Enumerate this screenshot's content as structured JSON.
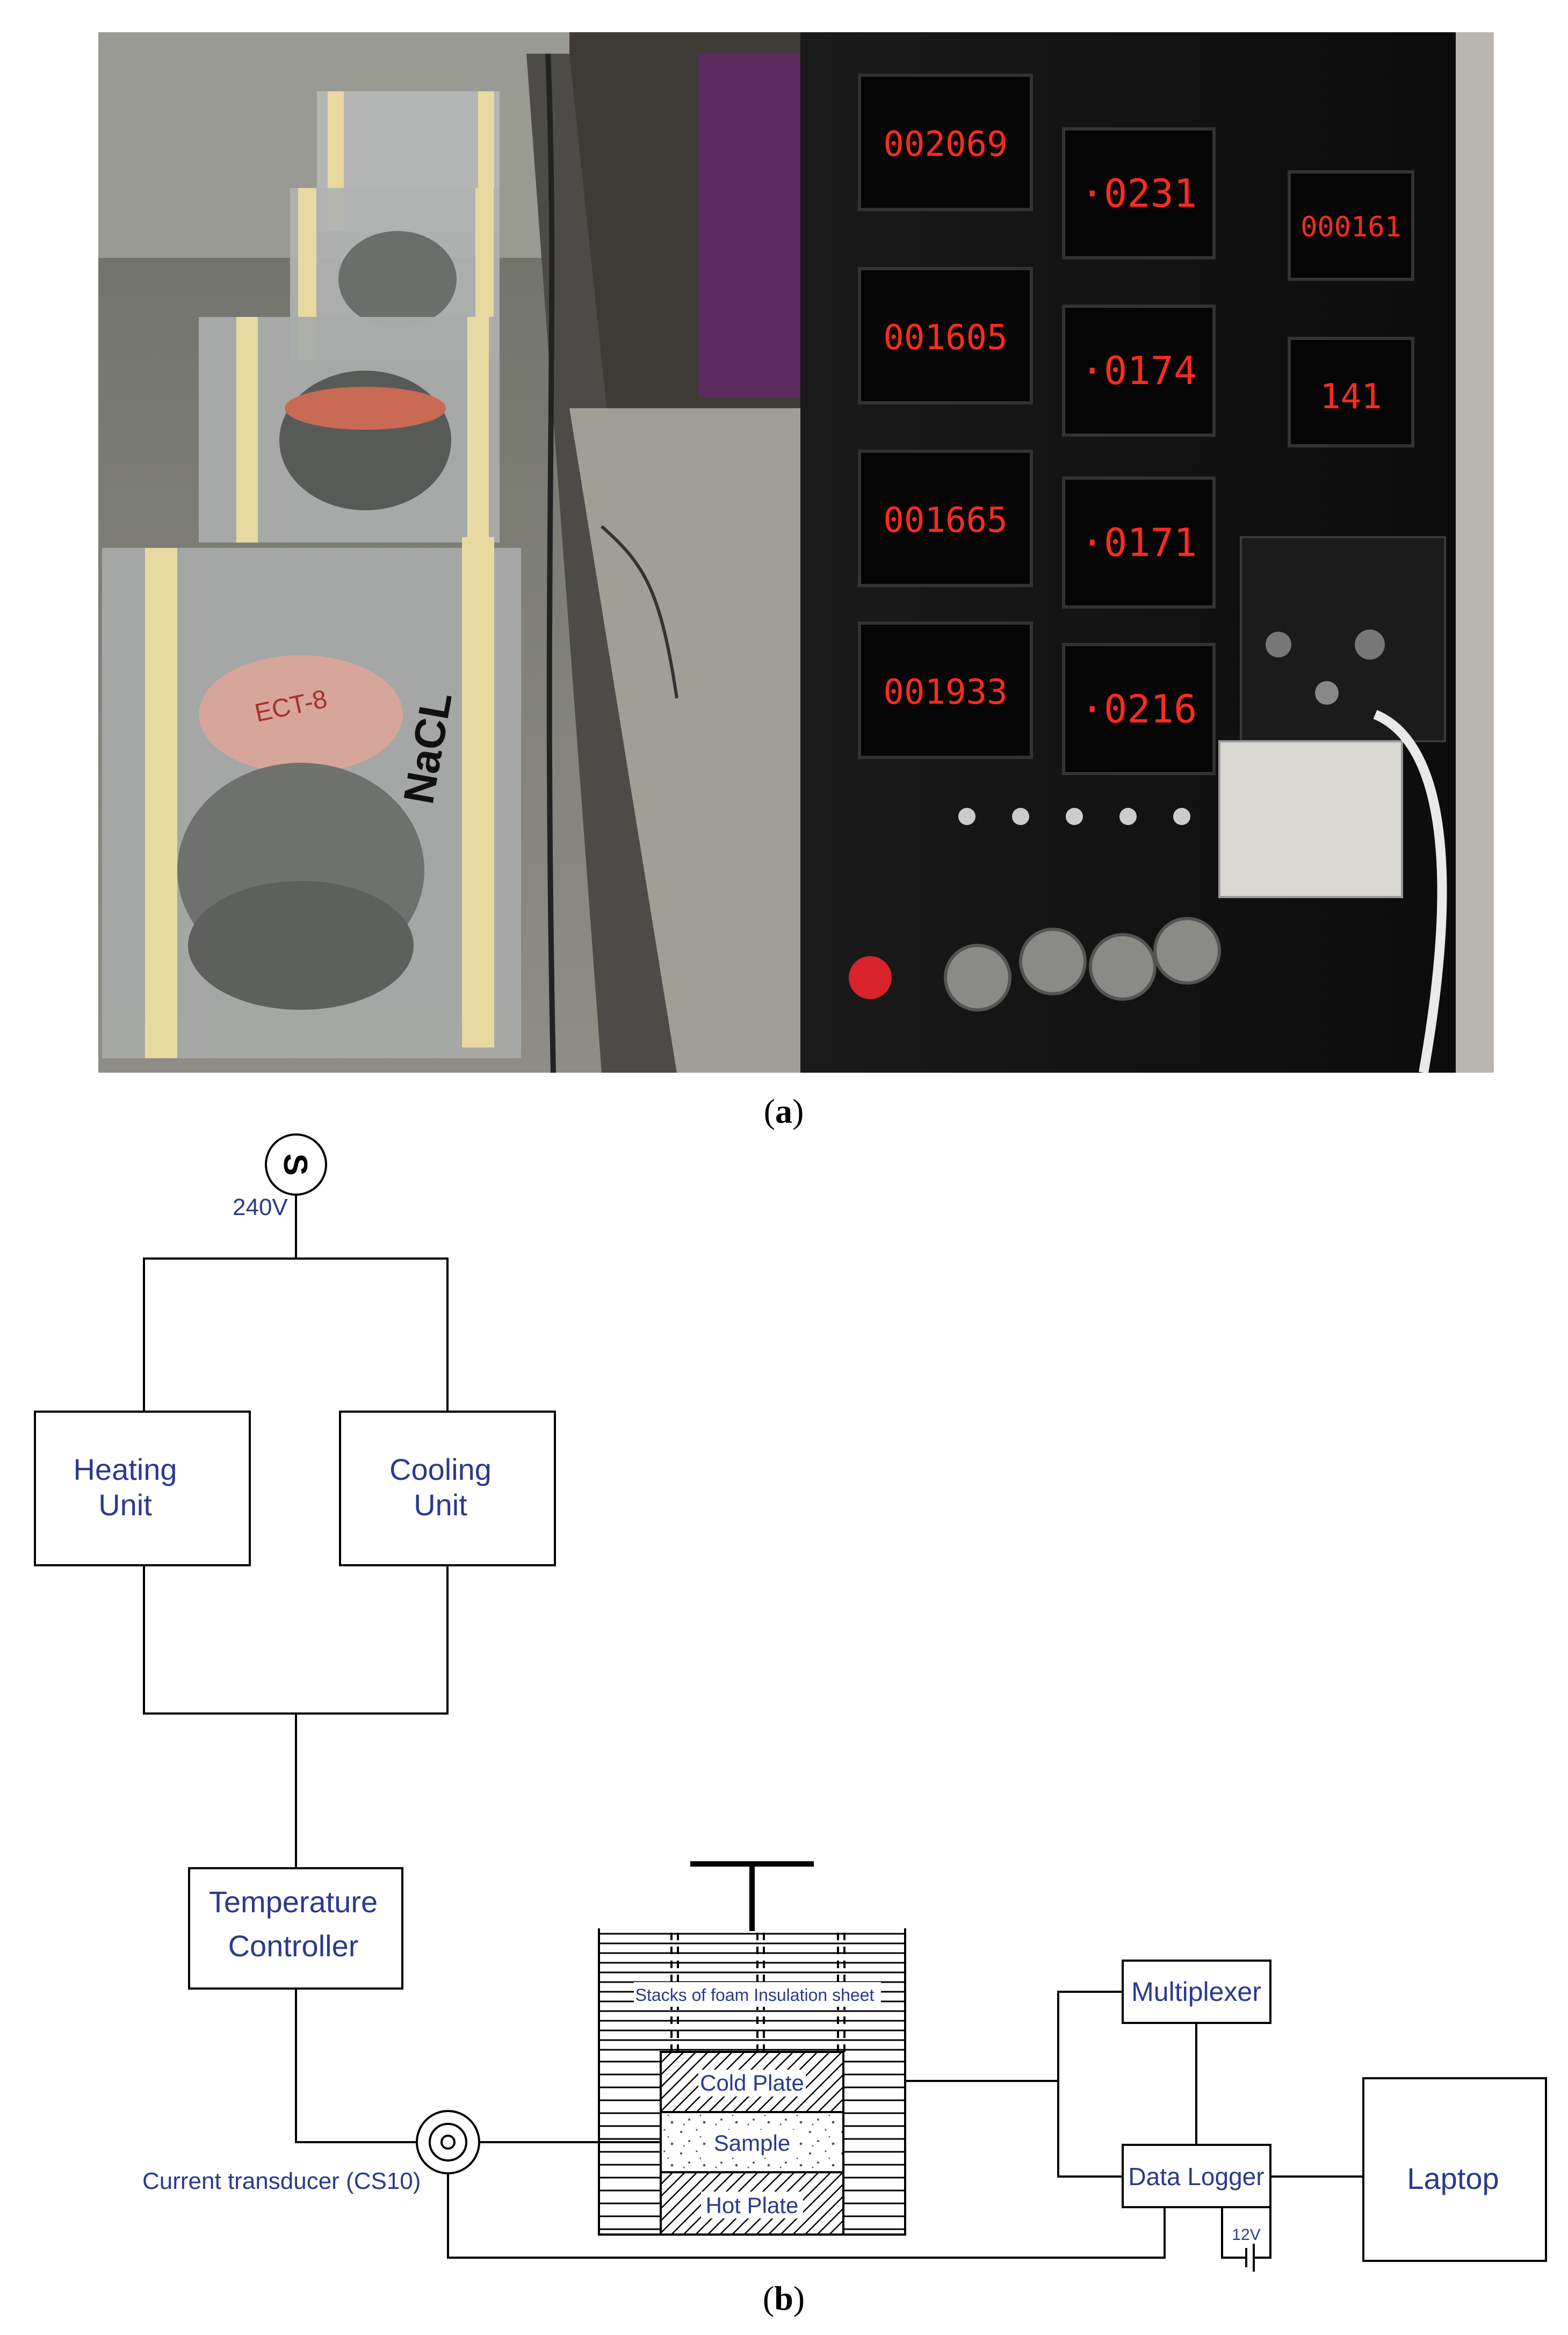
{
  "photo": {
    "meter_readings": {
      "charge": [
        "002069",
        "001605",
        "001665",
        "001933"
      ],
      "current": [
        "0231",
        "0174",
        "0171",
        "0216"
      ],
      "side": [
        "000161",
        "141"
      ]
    },
    "specimen_label": "NaCL",
    "disc_label": "ECT-8"
  },
  "captions": {
    "a": "a",
    "b": "b"
  },
  "diagram": {
    "source_symbol": "S",
    "supply_voltage": "240V",
    "heating_unit": [
      "Heating",
      "Unit"
    ],
    "cooling_unit": [
      "Cooling",
      "Unit"
    ],
    "temperature_controller": [
      "Temperature",
      "Controller"
    ],
    "insulation": "Stacks of foam Insulation sheet",
    "cold_plate": "Cold Plate",
    "sample": "Sample",
    "hot_plate": "Hot Plate",
    "multiplexer": "Multiplexer",
    "data_logger": "Data Logger",
    "laptop": "Laptop",
    "current_transducer": "Current transducer (CS10)",
    "battery_voltage": "12V"
  },
  "colors": {
    "label_text": "#2b3a8c",
    "led_red": "#ff2a22",
    "panel_black": "#111111",
    "tape": "#e8d9a0"
  }
}
